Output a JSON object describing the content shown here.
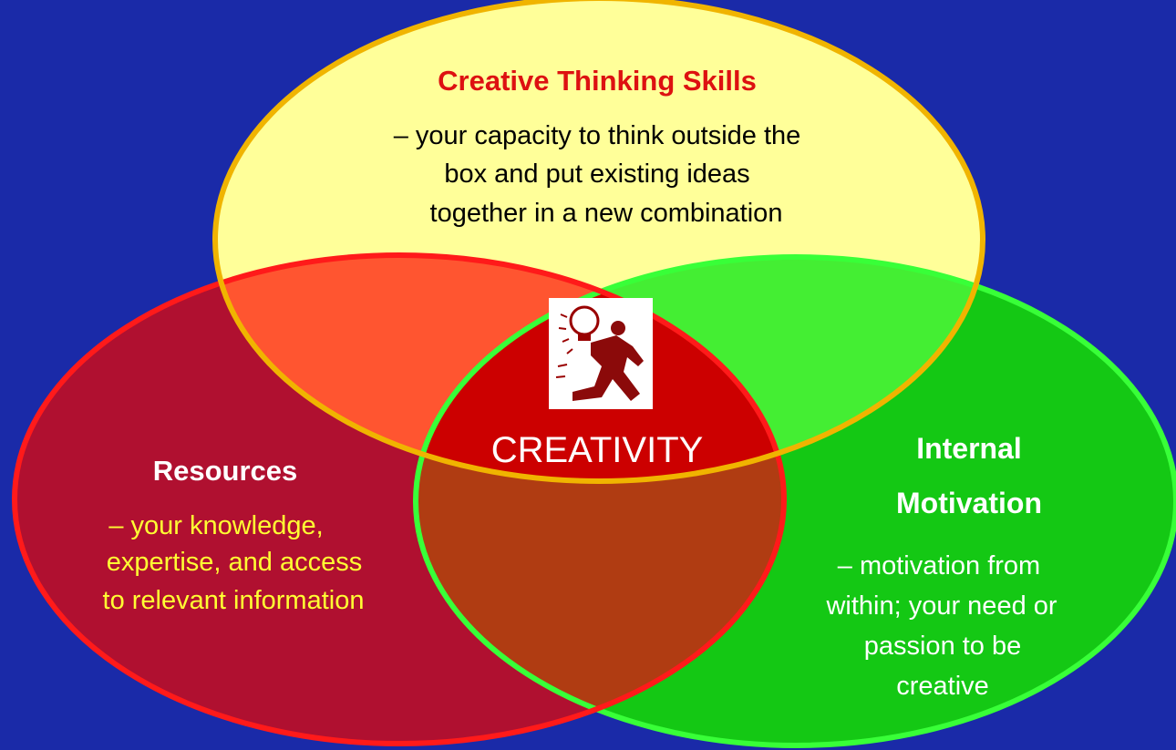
{
  "diagram": {
    "center_label": "CREATIVITY",
    "sets": [
      {
        "id": "thinking",
        "title": "Creative Thinking Skills",
        "description_lines": [
          "– your capacity to think outside the",
          "box and put existing ideas",
          "together in a new combination"
        ]
      },
      {
        "id": "resources",
        "title": "Resources",
        "description_lines": [
          "– your knowledge,",
          "expertise, and access",
          "to relevant information"
        ]
      },
      {
        "id": "motivation",
        "title_lines": [
          "Internal",
          "Motivation"
        ],
        "description_lines": [
          "– motivation from",
          "within; your need or",
          "passion to be",
          "creative"
        ]
      }
    ],
    "center_icon": "lightbulb-runner-icon"
  },
  "colors": {
    "background": "#1a2aa8",
    "thinking_fill": "#ffff99",
    "thinking_stroke": "#f0b400",
    "resources_fill": "#b01030",
    "resources_stroke": "#ff1a1a",
    "motivation_fill": "#14c814",
    "motivation_stroke": "#38ff38",
    "overlap_thinking_resources": "#ff5530",
    "overlap_thinking_motivation": "#44ee33",
    "overlap_resources_motivation": "#b03c12",
    "center": "#cc0000",
    "title_red": "#dd1111",
    "yellow_text": "#ffff33",
    "white_text": "#ffffff"
  }
}
